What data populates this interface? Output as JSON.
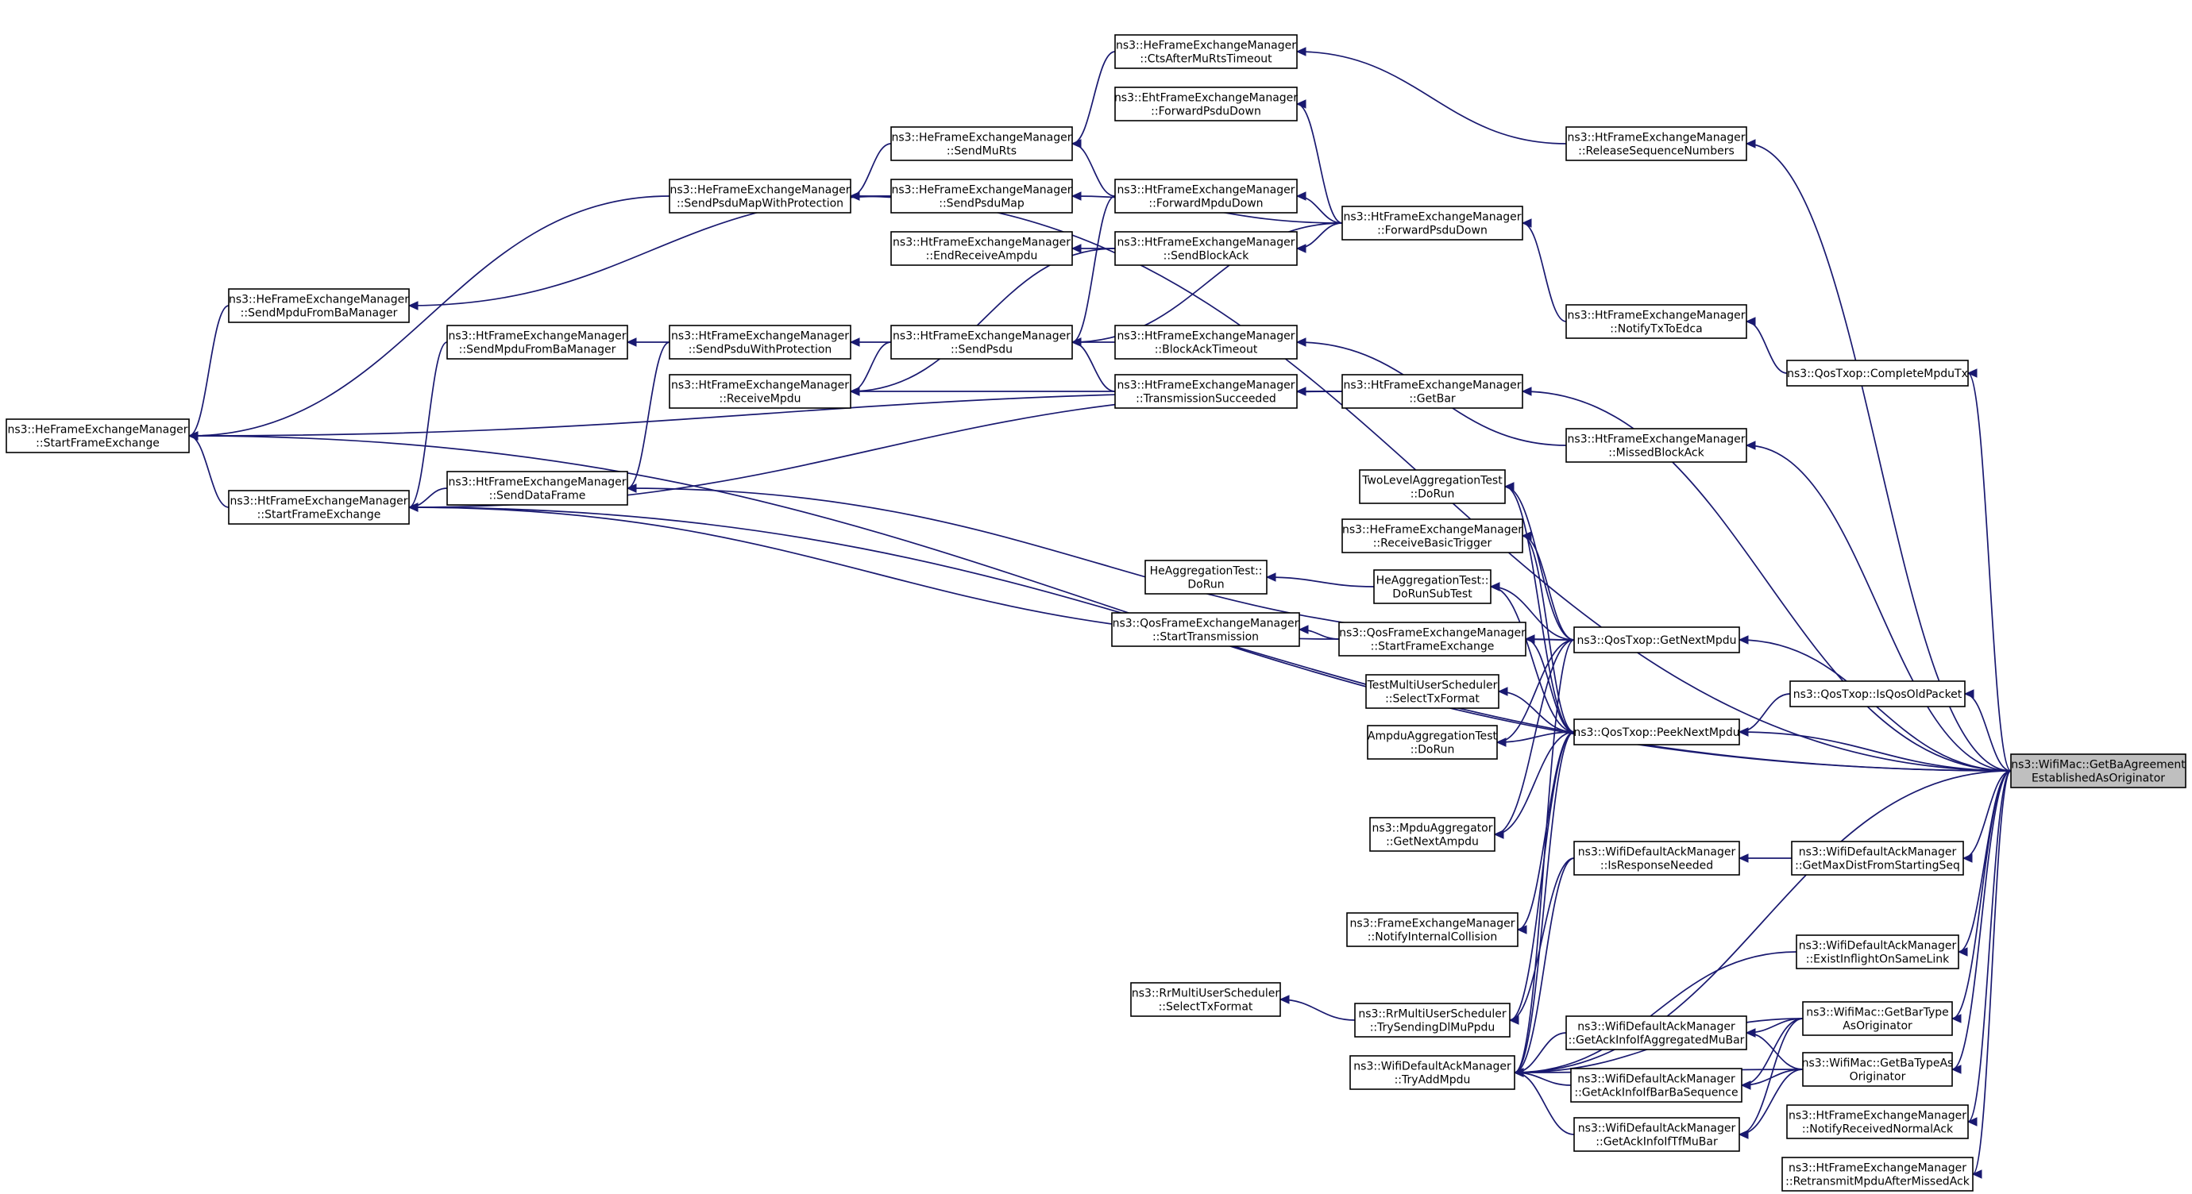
{
  "diagram": {
    "type": "doxygen-caller-graph",
    "target": "n_target",
    "colors": {
      "edge": "#191970",
      "node_border": "#000000",
      "node_fill": "#ffffff",
      "target_fill": "#bfbfbf"
    },
    "nodes": [
      {
        "id": "n_target",
        "lines": [
          "ns3::WifiMac::GetBaAgreement",
          "EstablishedAsOriginator"
        ]
      },
      {
        "id": "n_heStartFE",
        "lines": [
          "ns3::HeFrameExchangeManager",
          "::StartFrameExchange"
        ]
      },
      {
        "id": "n_heSendMpduBa",
        "lines": [
          "ns3::HeFrameExchangeManager",
          "::SendMpduFromBaManager"
        ]
      },
      {
        "id": "n_htStartFE",
        "lines": [
          "ns3::HtFrameExchangeManager",
          "::StartFrameExchange"
        ]
      },
      {
        "id": "n_htSendMpduBa",
        "lines": [
          "ns3::HtFrameExchangeManager",
          "::SendMpduFromBaManager"
        ]
      },
      {
        "id": "n_htSendDataFrame",
        "lines": [
          "ns3::HtFrameExchangeManager",
          "::SendDataFrame"
        ]
      },
      {
        "id": "n_heSendPsduMapProt",
        "lines": [
          "ns3::HeFrameExchangeManager",
          "::SendPsduMapWithProtection"
        ]
      },
      {
        "id": "n_htSendPsduProt",
        "lines": [
          "ns3::HtFrameExchangeManager",
          "::SendPsduWithProtection"
        ]
      },
      {
        "id": "n_htReceiveMpdu",
        "lines": [
          "ns3::HtFrameExchangeManager",
          "::ReceiveMpdu"
        ]
      },
      {
        "id": "n_heSendMuRts",
        "lines": [
          "ns3::HeFrameExchangeManager",
          "::SendMuRts"
        ]
      },
      {
        "id": "n_heSendPsduMap",
        "lines": [
          "ns3::HeFrameExchangeManager",
          "::SendPsduMap"
        ]
      },
      {
        "id": "n_htEndReceiveAmpdu",
        "lines": [
          "ns3::HtFrameExchangeManager",
          "::EndReceiveAmpdu"
        ]
      },
      {
        "id": "n_htSendPsdu",
        "lines": [
          "ns3::HtFrameExchangeManager",
          "::SendPsdu"
        ]
      },
      {
        "id": "n_heCtsTimeout",
        "lines": [
          "ns3::HeFrameExchangeManager",
          "::CtsAfterMuRtsTimeout"
        ]
      },
      {
        "id": "n_ehtForwardPsdu",
        "lines": [
          "ns3::EhtFrameExchangeManager",
          "::ForwardPsduDown"
        ]
      },
      {
        "id": "n_htForwardMpdu",
        "lines": [
          "ns3::HtFrameExchangeManager",
          "::ForwardMpduDown"
        ]
      },
      {
        "id": "n_htSendBlockAck",
        "lines": [
          "ns3::HtFrameExchangeManager",
          "::SendBlockAck"
        ]
      },
      {
        "id": "n_htBlockAckTimeout",
        "lines": [
          "ns3::HtFrameExchangeManager",
          "::BlockAckTimeout"
        ]
      },
      {
        "id": "n_htTxSucceeded",
        "lines": [
          "ns3::HtFrameExchangeManager",
          "::TransmissionSucceeded"
        ]
      },
      {
        "id": "n_htForwardPsdu",
        "lines": [
          "ns3::HtFrameExchangeManager",
          "::ForwardPsduDown"
        ]
      },
      {
        "id": "n_htGetBar",
        "lines": [
          "ns3::HtFrameExchangeManager",
          "::GetBar"
        ]
      },
      {
        "id": "n_htReleaseSeq",
        "lines": [
          "ns3::HtFrameExchangeManager",
          "::ReleaseSequenceNumbers"
        ]
      },
      {
        "id": "n_htNotifyTxEdca",
        "lines": [
          "ns3::HtFrameExchangeManager",
          "::NotifyTxToEdca"
        ]
      },
      {
        "id": "n_htMissedBlockAck",
        "lines": [
          "ns3::HtFrameExchangeManager",
          "::MissedBlockAck"
        ]
      },
      {
        "id": "n_qosCompleteMpduTx",
        "lines": [
          "ns3::QosTxop::CompleteMpduTx"
        ]
      },
      {
        "id": "n_twoLevelDoRun",
        "lines": [
          "TwoLevelAggregationTest",
          "::DoRun"
        ]
      },
      {
        "id": "n_heReceiveBasicTrigger",
        "lines": [
          "ns3::HeFrameExchangeManager",
          "::ReceiveBasicTrigger"
        ]
      },
      {
        "id": "n_heAggDoRun",
        "lines": [
          "HeAggregationTest::",
          "DoRun"
        ]
      },
      {
        "id": "n_heAggDoRunSubTest",
        "lines": [
          "HeAggregationTest::",
          "DoRunSubTest"
        ]
      },
      {
        "id": "n_qosFEStartTx",
        "lines": [
          "ns3::QosFrameExchangeManager",
          "::StartTransmission"
        ]
      },
      {
        "id": "n_qosFEStartFE",
        "lines": [
          "ns3::QosFrameExchangeManager",
          "::StartFrameExchange"
        ]
      },
      {
        "id": "n_testMuSelectTx",
        "lines": [
          "TestMultiUserScheduler",
          "::SelectTxFormat"
        ]
      },
      {
        "id": "n_ampduAggDoRun",
        "lines": [
          "AmpduAggregationTest",
          "::DoRun"
        ]
      },
      {
        "id": "n_mpduAggGetNextAmpdu",
        "lines": [
          "ns3::MpduAggregator",
          "::GetNextAmpdu"
        ]
      },
      {
        "id": "n_qosGetNextMpdu",
        "lines": [
          "ns3::QosTxop::GetNextMpdu"
        ]
      },
      {
        "id": "n_qosPeekNextMpdu",
        "lines": [
          "ns3::QosTxop::PeekNextMpdu"
        ]
      },
      {
        "id": "n_qosIsQosOld",
        "lines": [
          "ns3::QosTxop::IsQosOldPacket"
        ]
      },
      {
        "id": "n_feNotifyInternalCollision",
        "lines": [
          "ns3::FrameExchangeManager",
          "::NotifyInternalCollision"
        ]
      },
      {
        "id": "n_rrSelectTx",
        "lines": [
          "ns3::RrMultiUserScheduler",
          "::SelectTxFormat"
        ]
      },
      {
        "id": "n_rrTrySendingDl",
        "lines": [
          "ns3::RrMultiUserScheduler",
          "::TrySendingDlMuPpdu"
        ]
      },
      {
        "id": "n_wdamTryAddMpdu",
        "lines": [
          "ns3::WifiDefaultAckManager",
          "::TryAddMpdu"
        ]
      },
      {
        "id": "n_wdamIsResponseNeeded",
        "lines": [
          "ns3::WifiDefaultAckManager",
          "::IsResponseNeeded"
        ]
      },
      {
        "id": "n_wdamGetMaxDist",
        "lines": [
          "ns3::WifiDefaultAckManager",
          "::GetMaxDistFromStartingSeq"
        ]
      },
      {
        "id": "n_wdamExistInflight",
        "lines": [
          "ns3::WifiDefaultAckManager",
          "::ExistInflightOnSameLink"
        ]
      },
      {
        "id": "n_wdamAckAggMuBar",
        "lines": [
          "ns3::WifiDefaultAckManager",
          "::GetAckInfoIfAggregatedMuBar"
        ]
      },
      {
        "id": "n_wdamAckBarBaSeq",
        "lines": [
          "ns3::WifiDefaultAckManager",
          "::GetAckInfoIfBarBaSequence"
        ]
      },
      {
        "id": "n_wdamAckTfMuBar",
        "lines": [
          "ns3::WifiDefaultAckManager",
          "::GetAckInfoIfTfMuBar"
        ]
      },
      {
        "id": "n_wifiMacGetBarType",
        "lines": [
          "ns3::WifiMac::GetBarType",
          "AsOriginator"
        ]
      },
      {
        "id": "n_wifiMacGetBaType",
        "lines": [
          "ns3::WifiMac::GetBaTypeAs",
          "Originator"
        ]
      },
      {
        "id": "n_htNotifyRecvNormalAck",
        "lines": [
          "ns3::HtFrameExchangeManager",
          "::NotifyReceivedNormalAck"
        ]
      },
      {
        "id": "n_htRetransmitMpdu",
        "lines": [
          "ns3::HtFrameExchangeManager",
          "::RetransmitMpduAfterMissedAck"
        ]
      }
    ],
    "edges": [
      [
        "n_htStartFE",
        "n_heStartFE"
      ],
      [
        "n_heSendMpduBa",
        "n_heStartFE"
      ],
      [
        "n_heSendPsduMapProt",
        "n_heStartFE"
      ],
      [
        "n_htGetBar",
        "n_heStartFE"
      ],
      [
        "n_target",
        "n_heStartFE"
      ],
      [
        "n_heSendPsduMap",
        "n_heSendMpduBa"
      ],
      [
        "n_htSendMpduBa",
        "n_htStartFE"
      ],
      [
        "n_htSendDataFrame",
        "n_htStartFE"
      ],
      [
        "n_htGetBar",
        "n_htStartFE"
      ],
      [
        "n_qosFEStartFE",
        "n_htStartFE"
      ],
      [
        "n_target",
        "n_htStartFE"
      ],
      [
        "n_htSendPsduProt",
        "n_htSendMpduBa"
      ],
      [
        "n_htSendPsduProt",
        "n_htSendDataFrame"
      ],
      [
        "n_qosGetNextMpdu",
        "n_htSendDataFrame"
      ],
      [
        "n_heSendMuRts",
        "n_heSendPsduMapProt"
      ],
      [
        "n_heSendPsduMap",
        "n_heSendPsduMapProt"
      ],
      [
        "n_htSendPsdu",
        "n_htSendPsduProt"
      ],
      [
        "n_htSendPsdu",
        "n_htReceiveMpdu"
      ],
      [
        "n_htSendBlockAck",
        "n_htReceiveMpdu"
      ],
      [
        "n_htTxSucceeded",
        "n_htReceiveMpdu"
      ],
      [
        "n_heCtsTimeout",
        "n_heSendMuRts"
      ],
      [
        "n_htForwardMpdu",
        "n_heSendMuRts"
      ],
      [
        "n_htForwardPsdu",
        "n_heSendPsduMap"
      ],
      [
        "n_htSendBlockAck",
        "n_htEndReceiveAmpdu"
      ],
      [
        "n_htForwardMpdu",
        "n_htSendPsdu"
      ],
      [
        "n_htForwardPsdu",
        "n_htSendPsdu"
      ],
      [
        "n_htBlockAckTimeout",
        "n_htSendPsdu"
      ],
      [
        "n_htTxSucceeded",
        "n_htSendPsdu"
      ],
      [
        "n_htReleaseSeq",
        "n_heCtsTimeout"
      ],
      [
        "n_htForwardPsdu",
        "n_ehtForwardPsdu"
      ],
      [
        "n_htForwardPsdu",
        "n_htForwardMpdu"
      ],
      [
        "n_htForwardPsdu",
        "n_htSendBlockAck"
      ],
      [
        "n_htMissedBlockAck",
        "n_htBlockAckTimeout"
      ],
      [
        "n_htGetBar",
        "n_htTxSucceeded"
      ],
      [
        "n_htNotifyTxEdca",
        "n_htForwardPsdu"
      ],
      [
        "n_target",
        "n_htGetBar"
      ],
      [
        "n_target",
        "n_htReleaseSeq"
      ],
      [
        "n_qosCompleteMpduTx",
        "n_htNotifyTxEdca"
      ],
      [
        "n_target",
        "n_htMissedBlockAck"
      ],
      [
        "n_target",
        "n_qosCompleteMpduTx"
      ],
      [
        "n_heAggDoRunSubTest",
        "n_heAggDoRun"
      ],
      [
        "n_qosGetNextMpdu",
        "n_heAggDoRunSubTest"
      ],
      [
        "n_qosPeekNextMpdu",
        "n_heAggDoRunSubTest"
      ],
      [
        "n_qosFEStartFE",
        "n_qosFEStartTx"
      ],
      [
        "n_qosGetNextMpdu",
        "n_qosFEStartFE"
      ],
      [
        "n_qosPeekNextMpdu",
        "n_qosFEStartFE"
      ],
      [
        "n_qosGetNextMpdu",
        "n_twoLevelDoRun"
      ],
      [
        "n_qosPeekNextMpdu",
        "n_twoLevelDoRun"
      ],
      [
        "n_qosGetNextMpdu",
        "n_heReceiveBasicTrigger"
      ],
      [
        "n_qosPeekNextMpdu",
        "n_heReceiveBasicTrigger"
      ],
      [
        "n_qosPeekNextMpdu",
        "n_testMuSelectTx"
      ],
      [
        "n_qosGetNextMpdu",
        "n_ampduAggDoRun"
      ],
      [
        "n_qosPeekNextMpdu",
        "n_ampduAggDoRun"
      ],
      [
        "n_qosGetNextMpdu",
        "n_mpduAggGetNextAmpdu"
      ],
      [
        "n_qosPeekNextMpdu",
        "n_mpduAggGetNextAmpdu"
      ],
      [
        "n_qosPeekNextMpdu",
        "n_feNotifyInternalCollision"
      ],
      [
        "n_qosPeekNextMpdu",
        "n_rrTrySendingDl"
      ],
      [
        "n_qosGetNextMpdu",
        "n_wdamTryAddMpdu"
      ],
      [
        "n_qosPeekNextMpdu",
        "n_wdamTryAddMpdu"
      ],
      [
        "n_target",
        "n_qosGetNextMpdu"
      ],
      [
        "n_target",
        "n_qosPeekNextMpdu"
      ],
      [
        "n_qosIsQosOld",
        "n_qosPeekNextMpdu"
      ],
      [
        "n_target",
        "n_qosIsQosOld"
      ],
      [
        "n_rrTrySendingDl",
        "n_rrSelectTx"
      ],
      [
        "n_wdamIsResponseNeeded",
        "n_rrTrySendingDl"
      ],
      [
        "n_wdamGetMaxDist",
        "n_wdamIsResponseNeeded"
      ],
      [
        "n_target",
        "n_wdamGetMaxDist"
      ],
      [
        "n_target",
        "n_wdamExistInflight"
      ],
      [
        "n_wdamIsResponseNeeded",
        "n_wdamTryAddMpdu"
      ],
      [
        "n_wdamExistInflight",
        "n_wdamTryAddMpdu"
      ],
      [
        "n_wdamAckAggMuBar",
        "n_wdamTryAddMpdu"
      ],
      [
        "n_wdamAckBarBaSeq",
        "n_wdamTryAddMpdu"
      ],
      [
        "n_wdamAckTfMuBar",
        "n_wdamTryAddMpdu"
      ],
      [
        "n_wifiMacGetBarType",
        "n_wdamTryAddMpdu"
      ],
      [
        "n_wifiMacGetBaType",
        "n_wdamTryAddMpdu"
      ],
      [
        "n_target",
        "n_wdamTryAddMpdu"
      ],
      [
        "n_wifiMacGetBarType",
        "n_wdamAckAggMuBar"
      ],
      [
        "n_wifiMacGetBaType",
        "n_wdamAckAggMuBar"
      ],
      [
        "n_wifiMacGetBarType",
        "n_wdamAckBarBaSeq"
      ],
      [
        "n_wifiMacGetBaType",
        "n_wdamAckBarBaSeq"
      ],
      [
        "n_wifiMacGetBarType",
        "n_wdamAckTfMuBar"
      ],
      [
        "n_wifiMacGetBaType",
        "n_wdamAckTfMuBar"
      ],
      [
        "n_target",
        "n_wifiMacGetBarType"
      ],
      [
        "n_target",
        "n_wifiMacGetBaType"
      ],
      [
        "n_target",
        "n_htNotifyRecvNormalAck"
      ],
      [
        "n_target",
        "n_htRetransmitMpdu"
      ],
      [
        "n_target",
        "n_heSendPsduMapProt"
      ]
    ]
  }
}
